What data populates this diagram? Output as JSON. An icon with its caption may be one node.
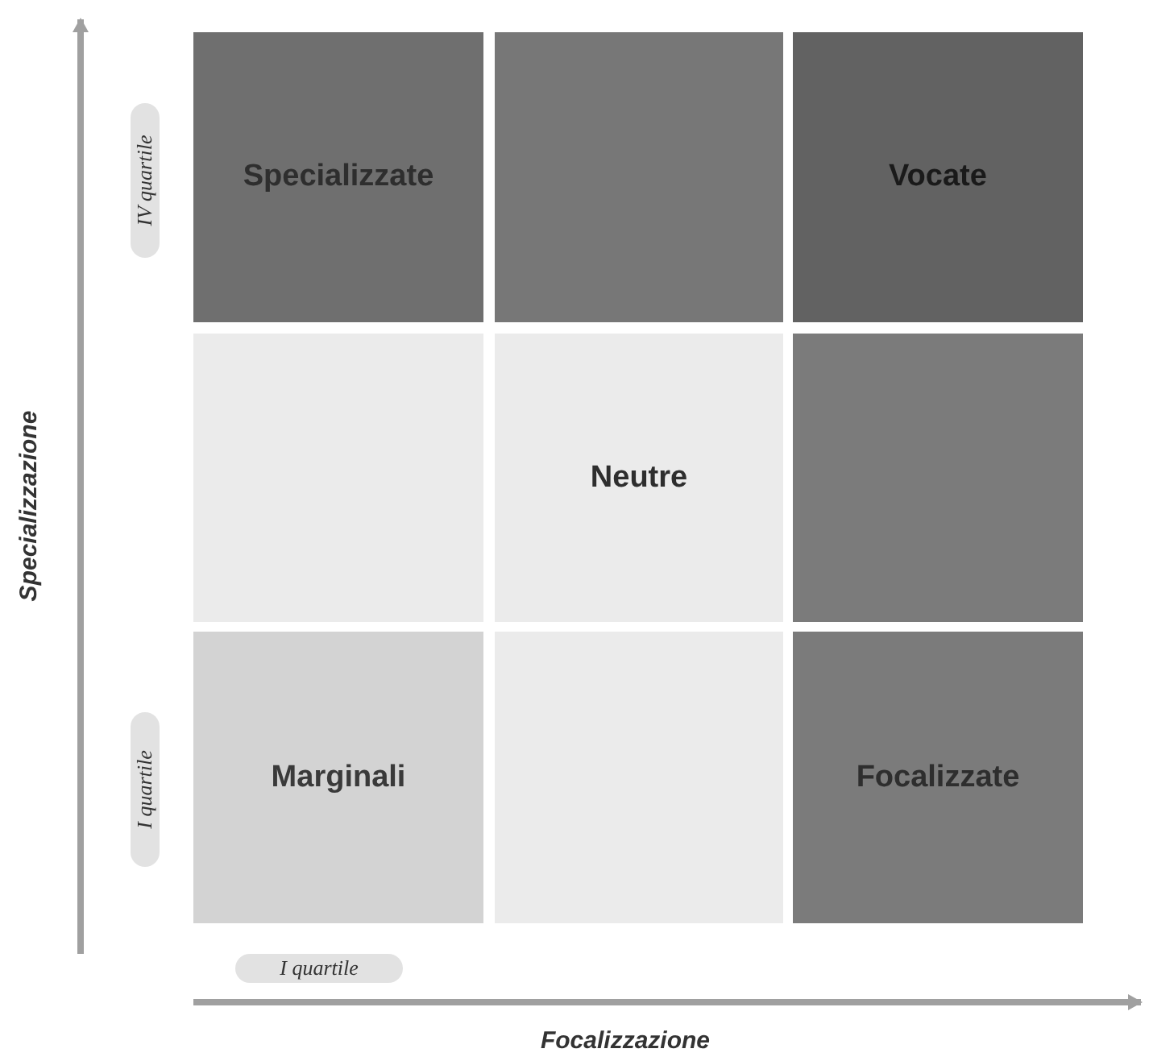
{
  "diagram": {
    "nodes": [
      {
        "text": [
          "Specializzate"
        ]
      },
      {
        "text": [],
        "shape": "box"
      },
      {
        "text": [
          "Vocate"
        ]
      },
      {
        "text": [],
        "shape": "box"
      },
      {
        "text": [
          "Neutre"
        ]
      },
      {
        "text": [],
        "shape": "box"
      },
      {
        "text": [
          "Marginali"
        ]
      },
      {
        "text": [],
        "shape": "box"
      },
      {
        "text": [
          "Focalizzate"
        ]
      }
    ],
    "edges": [],
    "labels": [
      "IV quartile",
      "I quartile",
      "I quartile",
      "Specializzazione",
      "Focalizzazione"
    ]
  }
}
